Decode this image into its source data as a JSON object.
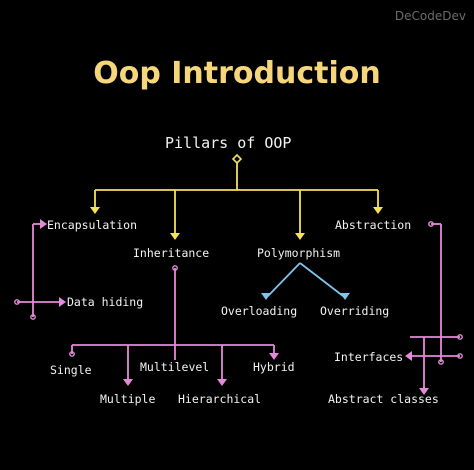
{
  "watermark": "DeCodeDev",
  "title": "Oop Introduction",
  "colors": {
    "background": "#000000",
    "title": "#f5d67a",
    "yellow_connector": "#f5e15a",
    "pink_connector": "#e58ad8",
    "blue_connector": "#7fc4ef",
    "text": "#f2f2f2"
  },
  "diagram": {
    "root": "Pillars of OOP",
    "pillars": {
      "encapsulation": {
        "label": "Encapsulation",
        "children": [
          "Data hiding"
        ]
      },
      "inheritance": {
        "label": "Inheritance",
        "children": [
          "Single",
          "Multiple",
          "Multilevel",
          "Hierarchical",
          "Hybrid"
        ]
      },
      "polymorphism": {
        "label": "Polymorphism",
        "children": [
          "Overloading",
          "Overriding"
        ]
      },
      "abstraction": {
        "label": "Abstraction",
        "children": [
          "Interfaces",
          "Abstract classes"
        ]
      }
    }
  }
}
